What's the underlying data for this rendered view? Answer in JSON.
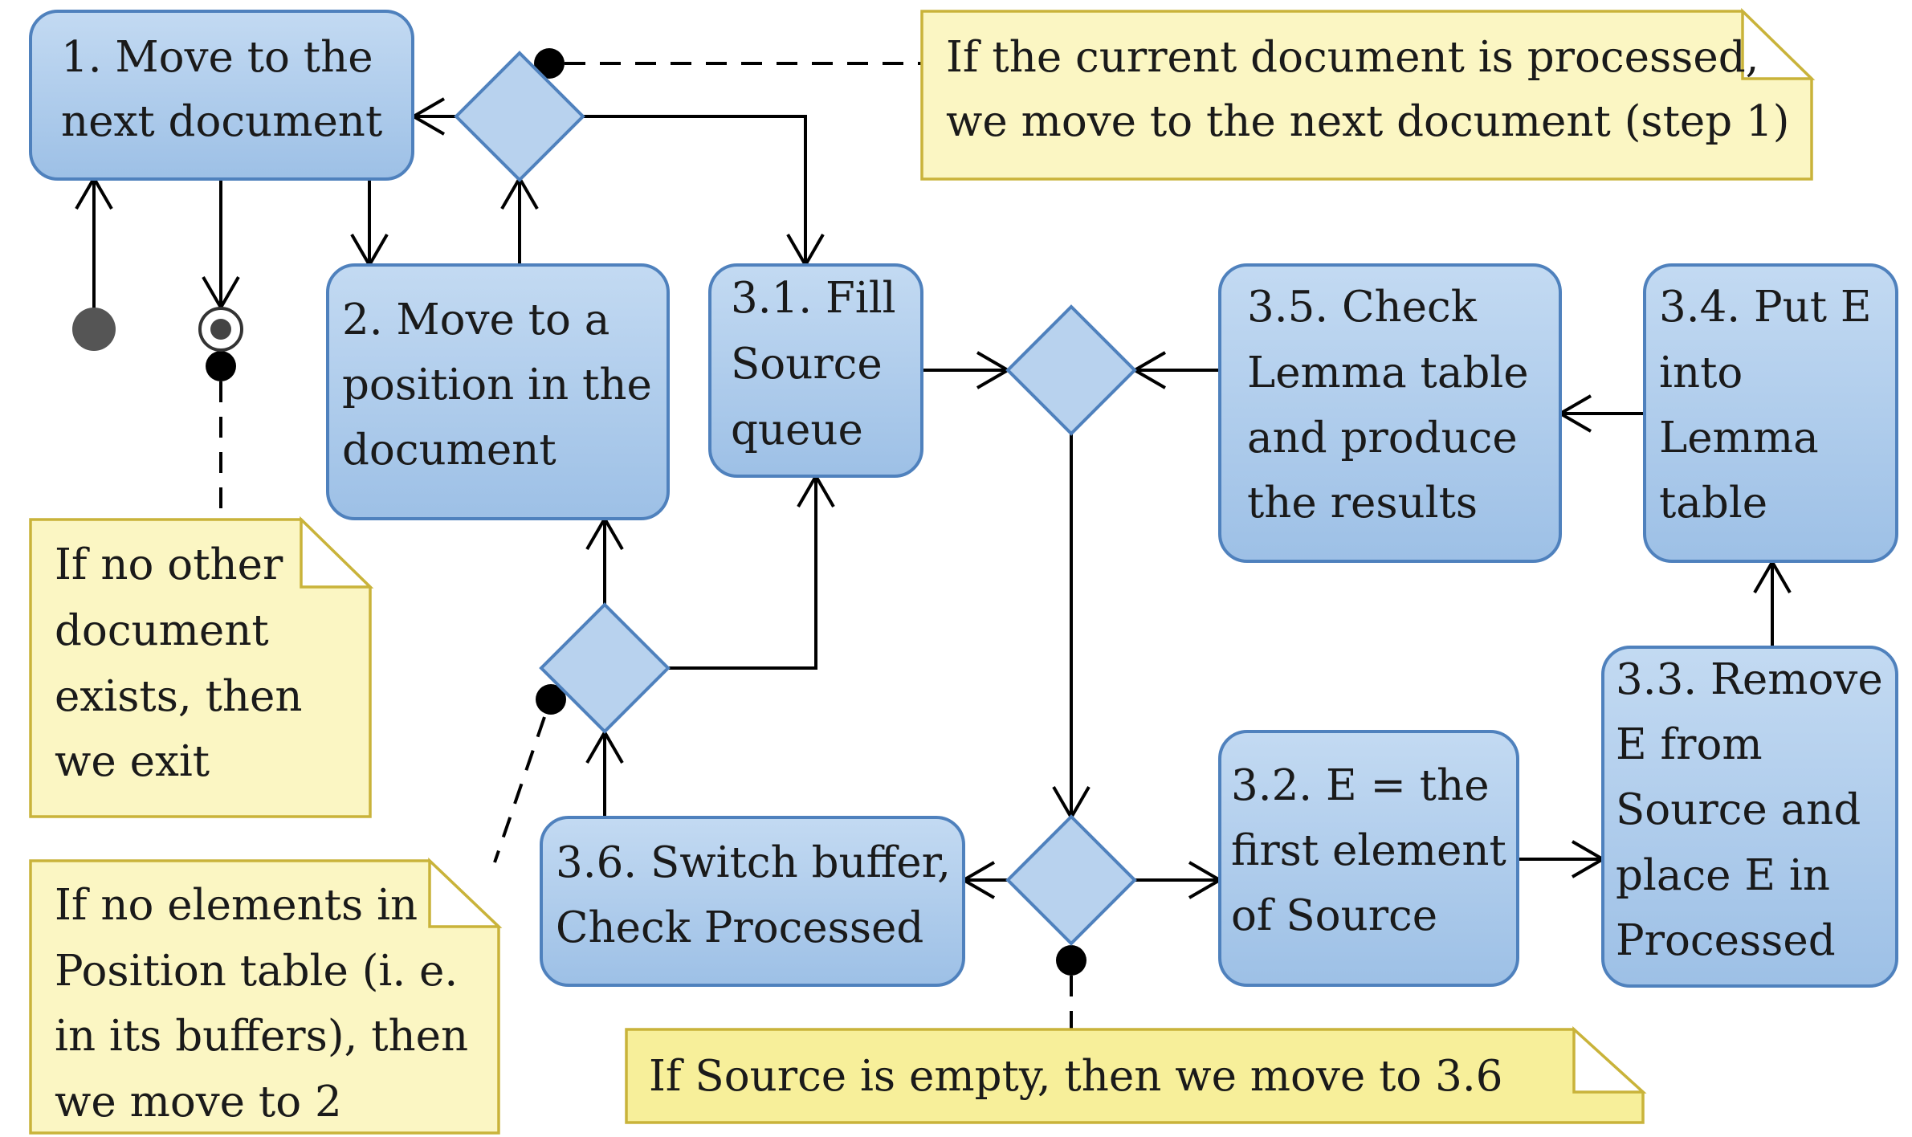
{
  "nodes": {
    "step1": [
      "1. Move to the",
      "next document"
    ],
    "step2": [
      "2. Move to a",
      "position in the",
      "document"
    ],
    "step31": [
      "3.1. Fill",
      "Source",
      "queue"
    ],
    "step32": [
      "3.2. E = the",
      "first element",
      "of Source"
    ],
    "step33": [
      "3.3. Remove",
      "E from",
      "Source and",
      "place E in",
      "Processed"
    ],
    "step34": [
      "3.4. Put E",
      "into",
      "Lemma",
      "table"
    ],
    "step35": [
      "3.5. Check",
      "Lemma table",
      "and produce",
      "the results"
    ],
    "step36": [
      "3.6. Switch buffer,",
      "Check Processed"
    ]
  },
  "notes": {
    "processed": [
      "If the current document is processed,",
      "we move to the next document (step 1)"
    ],
    "exit": [
      "If no other",
      "document",
      "exists, then",
      "we exit"
    ],
    "position": [
      "If no elements in",
      "Position table (i. e.",
      "in its buffers), then",
      "we move to 2"
    ],
    "source_empty": [
      "If Source is empty, then we move to 3.6"
    ]
  },
  "colors": {
    "box_fill_top": "#c3daf2",
    "box_fill_bottom": "#9dc0e6",
    "box_stroke": "#4f81bd",
    "note_fill": "#fbf6c3",
    "note_stroke": "#c9b33a"
  }
}
